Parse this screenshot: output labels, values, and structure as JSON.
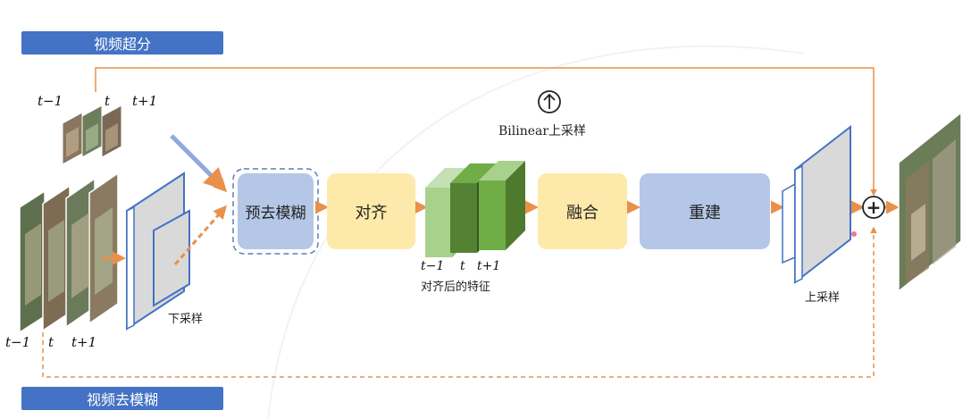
{
  "banners": {
    "top": "视频超分",
    "bottom": "视频去模糊"
  },
  "boxes": {
    "pre_deblur": "预去模糊",
    "align": "对齐",
    "fusion": "融合",
    "reconstruct": "重建"
  },
  "labels": {
    "downsample": "下采样",
    "aligned_features": "对齐后的特征",
    "upsample": "上采样",
    "bilinear": "Bilinear上采样",
    "plus": "+"
  },
  "frame_labels": {
    "top": [
      "t−1",
      "t",
      "t+1"
    ],
    "bottom": [
      "t−1",
      "t",
      "t+1"
    ],
    "features": [
      "t−1",
      "t",
      "t+1"
    ]
  },
  "colors": {
    "banner": "#4472c4",
    "arrow": "#e8914a",
    "yellow_box": "#fde9a9",
    "blue_box": "#b4c7e7",
    "feature_light": "#a9d18e",
    "feature_dark": "#548235"
  }
}
